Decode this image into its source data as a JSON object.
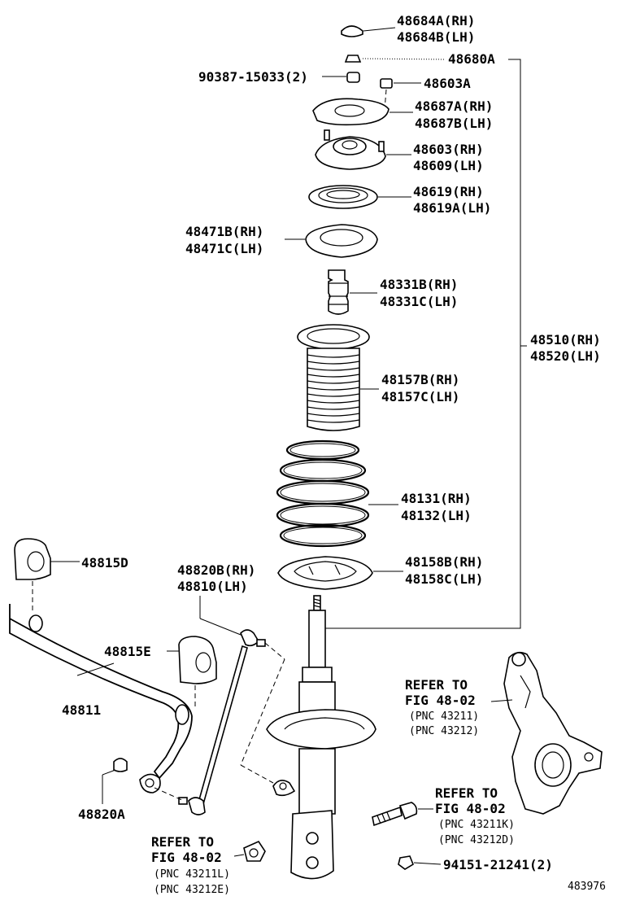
{
  "labels": {
    "p48684": [
      "48684A(RH)",
      "48684B(LH)"
    ],
    "p48680a": "48680A",
    "p90387": "90387-15033(2)",
    "p48603a": "48603A",
    "p48687": [
      "48687A(RH)",
      "48687B(LH)"
    ],
    "p48603": [
      "48603(RH)",
      "48609(LH)"
    ],
    "p48619": [
      "48619(RH)",
      "48619A(LH)"
    ],
    "p48471": [
      "48471B(RH)",
      "48471C(LH)"
    ],
    "p48331": [
      "48331B(RH)",
      "48331C(LH)"
    ],
    "p48510": [
      "48510(RH)",
      "48520(LH)"
    ],
    "p48157": [
      "48157B(RH)",
      "48157C(LH)"
    ],
    "p48131": [
      "48131(RH)",
      "48132(LH)"
    ],
    "p48815d": "48815D",
    "p48820b": [
      "48820B(RH)",
      "48810(LH)"
    ],
    "p48158": [
      "48158B(RH)",
      "48158C(LH)"
    ],
    "p48815e": "48815E",
    "p48811": "48811",
    "p48820a": "48820A",
    "p94151": "94151-21241(2)"
  },
  "refs": {
    "knuckle": [
      "REFER TO",
      "FIG 48-02",
      "(PNC 43211)",
      "(PNC 43212)"
    ],
    "bolt": [
      "REFER TO",
      "FIG 48-02",
      "(PNC 43211K)",
      "(PNC 43212D)"
    ],
    "nut": [
      "REFER TO",
      "FIG 48-02",
      "(PNC 43211L)",
      "(PNC 43212E)"
    ]
  },
  "figure_id": "483976"
}
